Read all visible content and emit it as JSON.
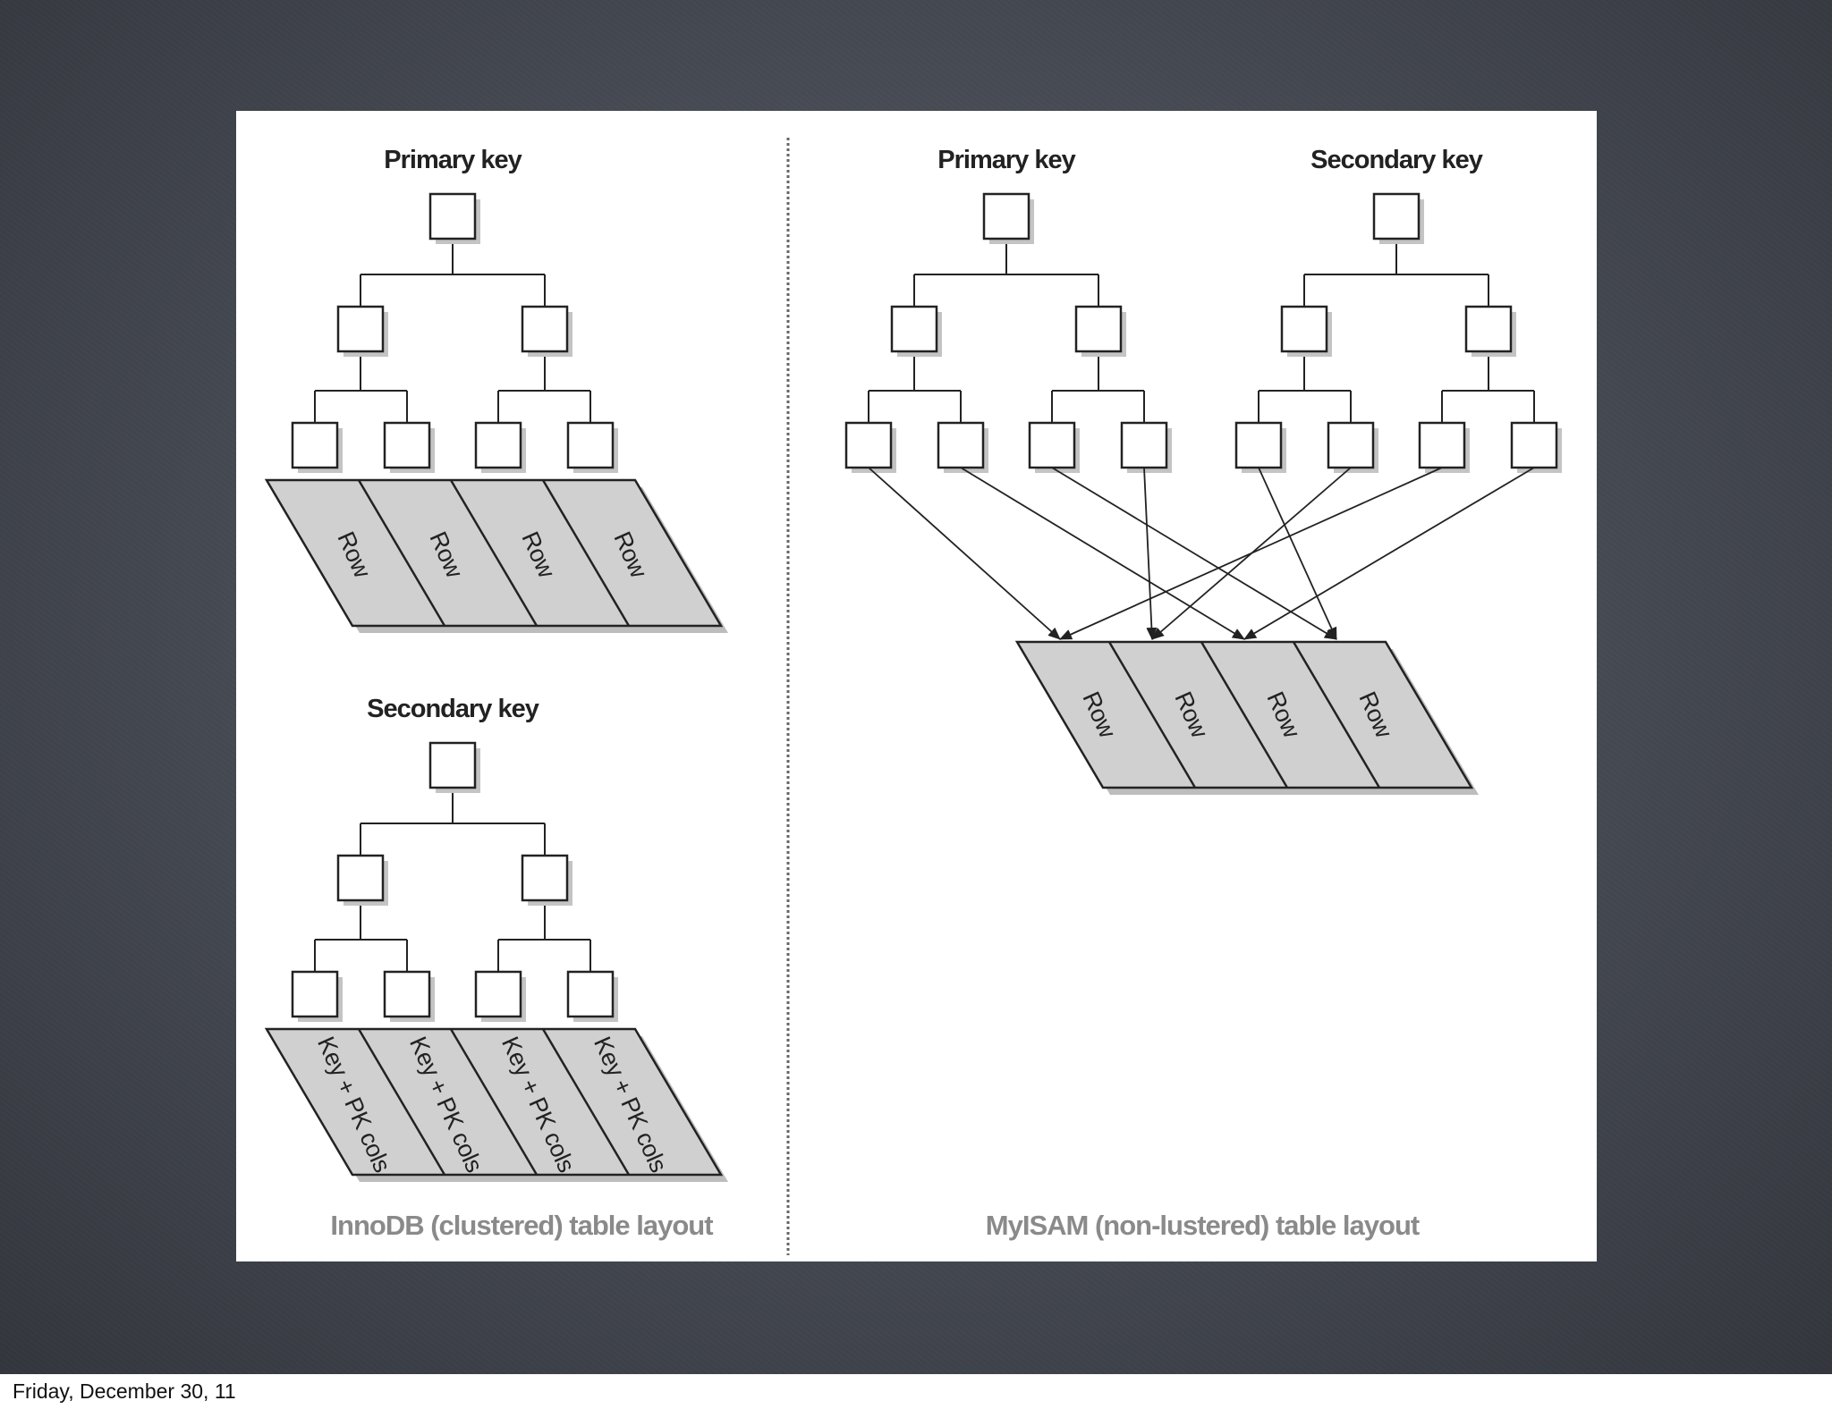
{
  "innodb": {
    "primary_title": "Primary key",
    "primary_rows": [
      "Row",
      "Row",
      "Row",
      "Row"
    ],
    "secondary_title": "Secondary key",
    "secondary_cells": [
      "Key + PK cols",
      "Key + PK cols",
      "Key + PK cols",
      "Key + PK cols"
    ],
    "caption": "InnoDB (clustered) table layout"
  },
  "myisam": {
    "primary_title": "Primary key",
    "secondary_title": "Secondary key",
    "rows": [
      "Row",
      "Row",
      "Row",
      "Row"
    ],
    "caption": "MyISAM (non-lustered) table layout"
  },
  "footer": {
    "date": "Friday, December 30, 11"
  },
  "colors": {
    "background": "#454952",
    "row_fill": "#d0d0d0",
    "caption": "#8a8a8a"
  }
}
